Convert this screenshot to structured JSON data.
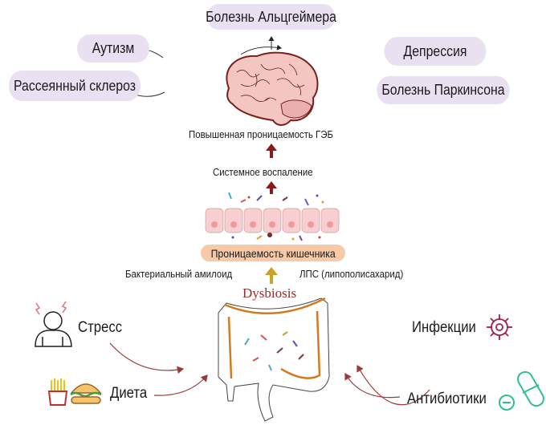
{
  "diseases": {
    "alzheimer": "Болезнь Альцгеймера",
    "autism": "Аутизм",
    "ms": "Рассеянный склероз",
    "depression": "Депрессия",
    "parkinson": "Болезнь Паркинсона"
  },
  "pathway": {
    "bbb": "Повышенная проницаемость ГЭБ",
    "inflammation": "Системное воспаление",
    "gut_permeability": "Проницаемость кишечника",
    "amyloid": "Бактериальный амилоид",
    "lps": "ЛПС (липополисахарид)",
    "dysbiosis": "Dysbiosis"
  },
  "factors": {
    "stress": "Стресс",
    "diet": "Диета",
    "infections": "Инфекции",
    "antibiotics": "Антибиотики"
  },
  "colors": {
    "pill": "#e9e0f1",
    "gut_pill": "#f8c9a6",
    "red_arrow": "#8b1a1a",
    "gold_arrow": "#c9a227",
    "factor_arrow": "#9a3a3a",
    "virus": "#a0204a",
    "antibiotic": "#2fbf8f"
  }
}
